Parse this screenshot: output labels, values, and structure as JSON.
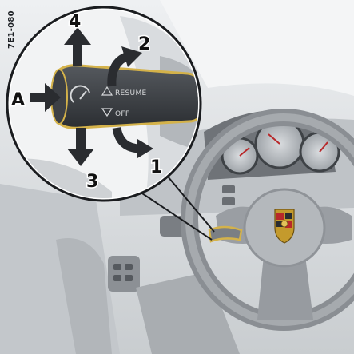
{
  "figure_code": "7E1-080",
  "labels": {
    "a": "A",
    "n1": "1",
    "n2": "2",
    "n3": "3",
    "n4": "4"
  },
  "stalk": {
    "resume": "RESUME",
    "off": "OFF"
  },
  "colors": {
    "background": "#e9ecee",
    "dashboard": "#b8bcc0",
    "stalk_dark": "#3a3d41",
    "highlight": "#d4b24a",
    "arrow": "#2a2c30",
    "badge_gold": "#c49a2c",
    "badge_red": "#b8282a"
  }
}
